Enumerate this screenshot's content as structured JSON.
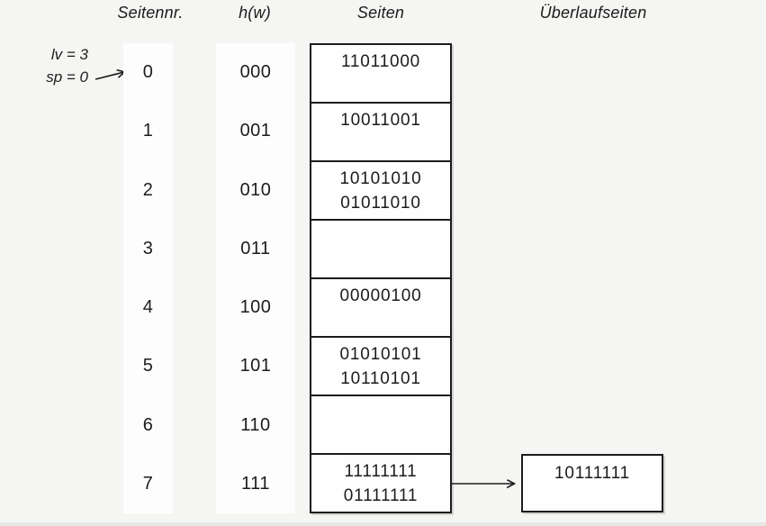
{
  "headers": {
    "seitennr": "Seitennr.",
    "hw": "h(w)",
    "seiten": "Seiten",
    "ueberlaufseiten": "Überlaufseiten"
  },
  "annotation": {
    "lv": "lv = 3",
    "sp": "sp = 0"
  },
  "table": {
    "rows": [
      {
        "page": "0",
        "hash": "000",
        "entries": [
          "11011000"
        ]
      },
      {
        "page": "1",
        "hash": "001",
        "entries": [
          "10011001"
        ]
      },
      {
        "page": "2",
        "hash": "010",
        "entries": [
          "10101010",
          "01011010"
        ]
      },
      {
        "page": "3",
        "hash": "011",
        "entries": []
      },
      {
        "page": "4",
        "hash": "100",
        "entries": [
          "00000100"
        ]
      },
      {
        "page": "5",
        "hash": "101",
        "entries": [
          "01010101",
          "10110101"
        ]
      },
      {
        "page": "6",
        "hash": "110",
        "entries": []
      },
      {
        "page": "7",
        "hash": "111",
        "entries": [
          "11111111",
          "01111111"
        ]
      }
    ]
  },
  "overflow": {
    "entries": [
      "10111111"
    ]
  },
  "colors": {
    "background": "#f5f5f3",
    "surface": "#fdfdfd",
    "line": "#1c1c1c",
    "text": "#1c1c1c"
  }
}
